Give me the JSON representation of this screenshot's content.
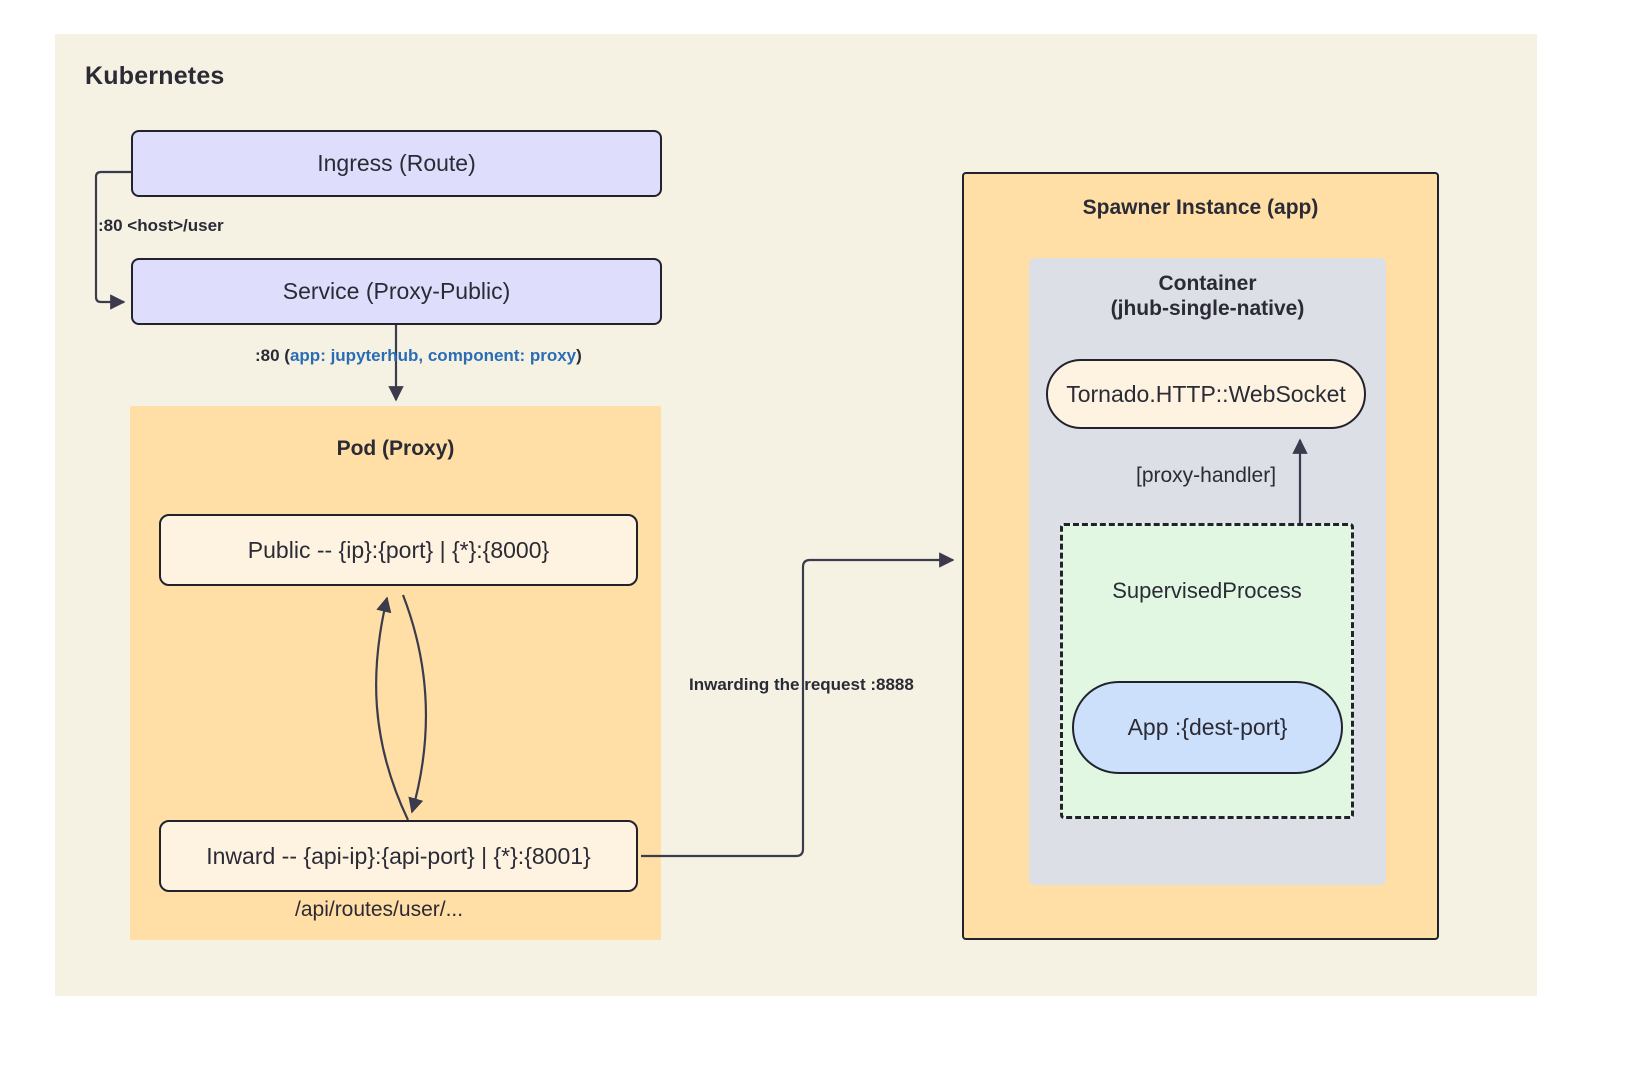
{
  "diagram": {
    "title": "Kubernetes",
    "regions": {
      "kubernetes": "Kubernetes",
      "pod_proxy": "Pod (Proxy)",
      "spawner_instance": "Spawner Instance (app)",
      "container_line1": "Container",
      "container_line2": "(jhub-single-native)"
    },
    "nodes": {
      "ingress": "Ingress (Route)",
      "service": "Service (Proxy-Public)",
      "public": "Public -- {ip}:{port} | {*}:{8000}",
      "inward": "Inward -- {api-ip}:{api-port} | {*}:{8001}",
      "tornado": "Tornado.HTTP::WebSocket",
      "supervised_process": "SupervisedProcess",
      "app": "App :{dest-port}"
    },
    "edge_labels": {
      "ingress_to_service": ":80 <host>/user",
      "service_to_pod_prefix": ":80 (",
      "service_to_pod_selector": "app: jupyterhub, component: proxy",
      "service_to_pod_suffix": ")",
      "api_routes": "/api/routes/user/...",
      "inwarding": "Inwarding the request :8888",
      "proxy_handler": "[proxy-handler]"
    },
    "colors": {
      "background": "#f5f2e3",
      "blue_node": "#dedefc",
      "cream_node": "#fdf3e0",
      "orange_group": "#ffdfa6",
      "gray_group": "#dcdfe5",
      "green_group": "#e2f7e2",
      "app_blue": "#cce0fc",
      "stroke": "#22222e",
      "selector_text": "#2a6db5"
    }
  }
}
